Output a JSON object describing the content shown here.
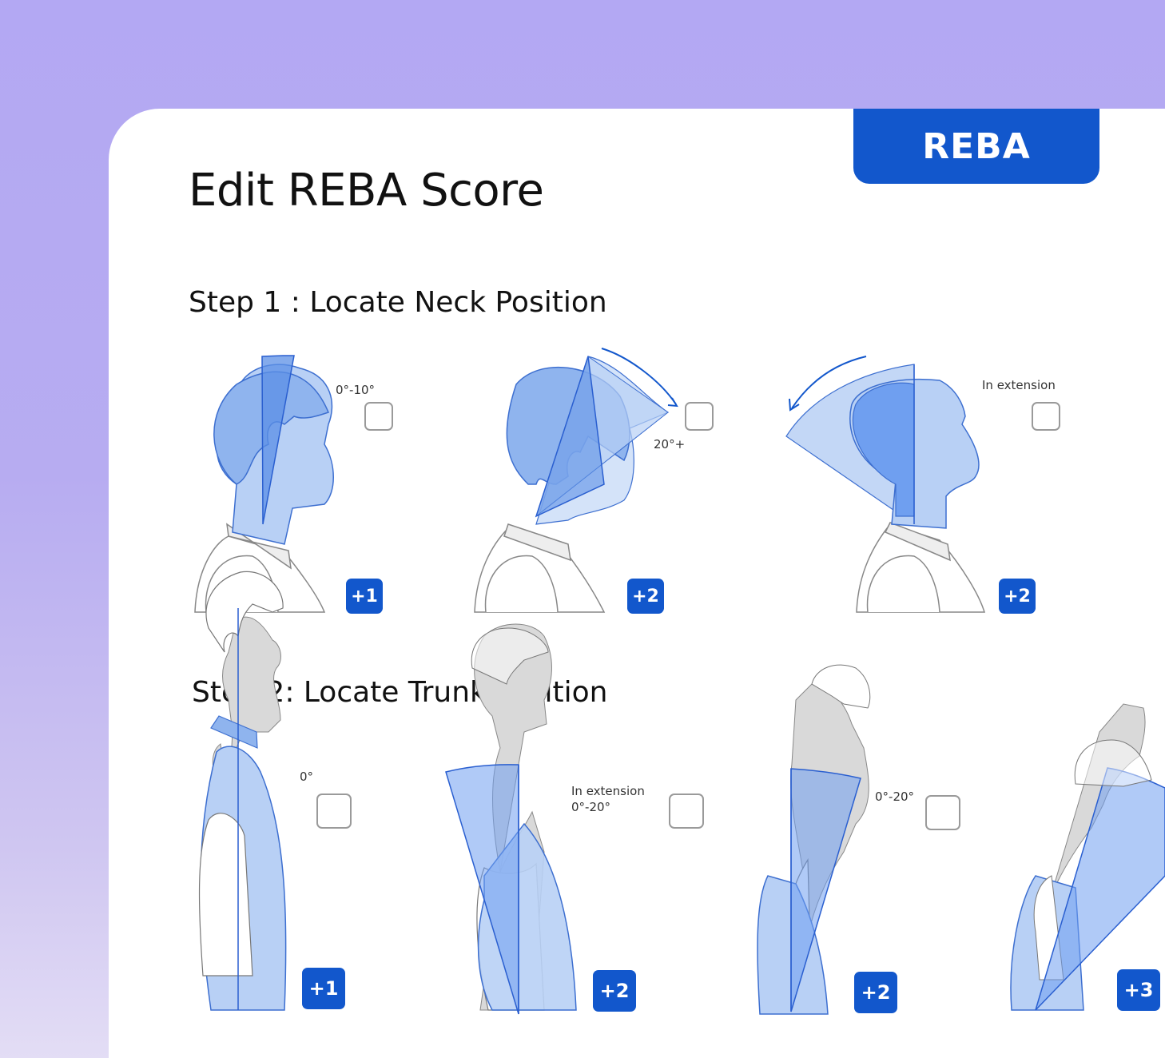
{
  "tag": "REBA",
  "title": "Edit REBA Score",
  "step1": {
    "heading": "Step 1 : Locate Neck Position",
    "options": [
      {
        "label": "0°-10°",
        "score": "+1"
      },
      {
        "label": "20°+",
        "score": "+2"
      },
      {
        "label": "In extension",
        "score": "+2"
      }
    ]
  },
  "step2": {
    "heading": "Step 2: Locate Trunk Position",
    "options": [
      {
        "label": "0°",
        "score": "+1"
      },
      {
        "label": "In extension",
        "label2": "0°-20°",
        "score": "+2"
      },
      {
        "label": "0°-20°",
        "score": "+2"
      },
      {
        "score": "+3"
      }
    ]
  },
  "colors": {
    "brand": "#1257cc",
    "angle_fill": "#6f9ff0",
    "head_fill": "#b8d0f5",
    "body_gray": "#d9d9d9",
    "background": "#b3a8f3"
  }
}
